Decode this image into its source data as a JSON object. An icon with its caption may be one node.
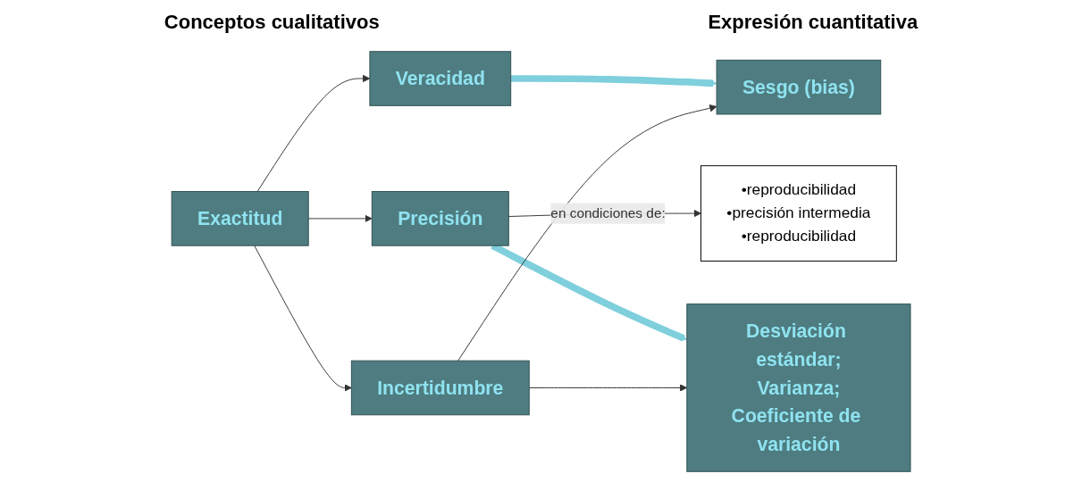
{
  "diagram": {
    "nodes": [
      {
        "text": [
          "Exactitud"
        ]
      },
      {
        "text": [
          "Veracidad"
        ]
      },
      {
        "text": [
          "Precisión"
        ]
      },
      {
        "text": [
          "•reproducibilidad",
          "•precisión intermedia",
          "•reproducibilidad"
        ]
      },
      {
        "text": [
          "Sesgo (bias)"
        ]
      },
      {
        "text": [
          "Incertidumbre"
        ]
      },
      {
        "text": [
          "Desviación estándar;",
          "Varianza;",
          "Coeficiente de variación"
        ]
      }
    ],
    "edges": [
      {
        "from": 0,
        "to": 1,
        "arrow": "to"
      },
      {
        "from": 0,
        "to": 2,
        "arrow": "to"
      },
      {
        "from": 2,
        "to": 3,
        "arrow": "to",
        "label": "en condiciones de:"
      },
      {
        "from": 1,
        "to": 4,
        "arrow": "to",
        "style": "thick",
        "color": "#7fcfdc"
      },
      {
        "from": 2,
        "to": 6,
        "arrow": "to",
        "style": "thick",
        "color": "#7fcfdc"
      },
      {
        "from": 0,
        "to": 5,
        "arrow": "to"
      },
      {
        "from": 5,
        "to": 4,
        "arrow": "to"
      },
      {
        "from": 5,
        "to": 6,
        "arrow": "to"
      }
    ],
    "labels": [
      "Conceptos cualitativos",
      "Expresión cuantitativa"
    ]
  }
}
